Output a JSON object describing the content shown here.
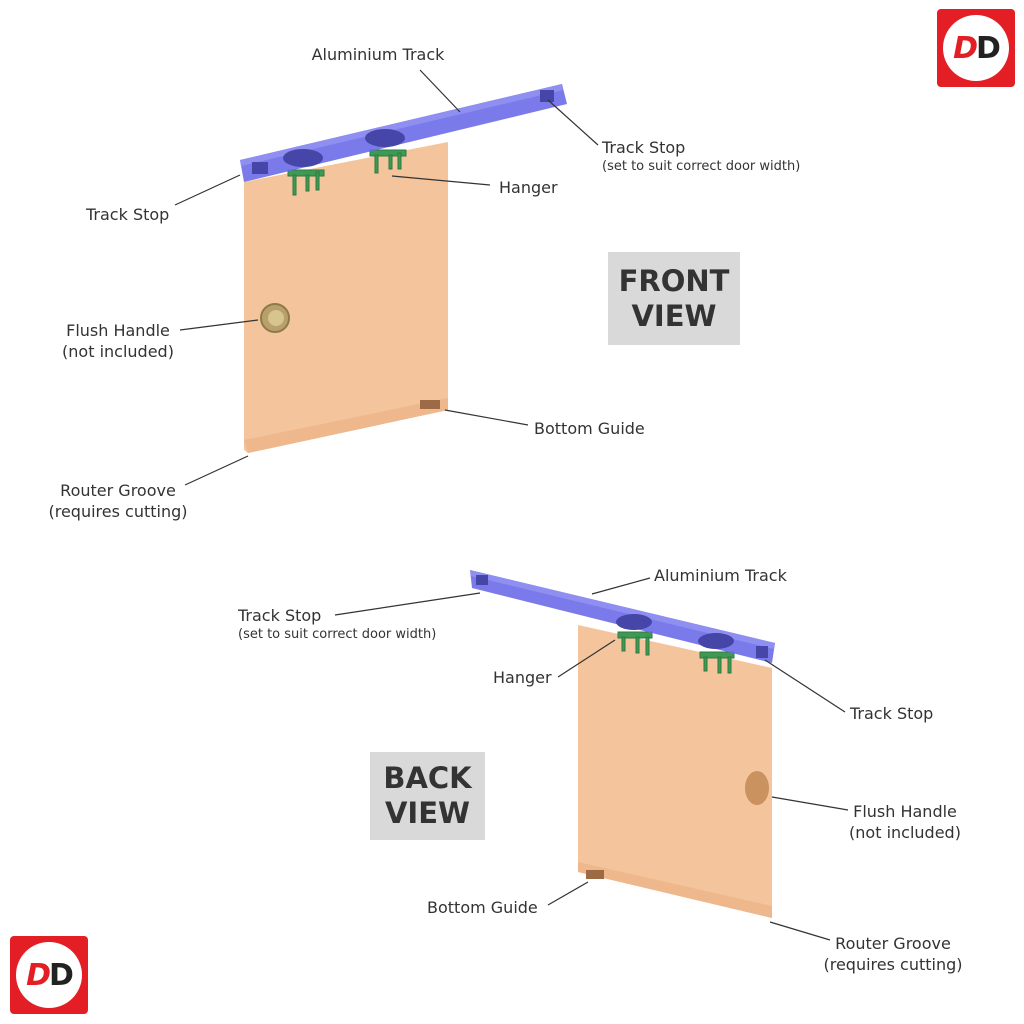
{
  "logo": {
    "text": "DD",
    "colors": {
      "red": "#e31e24",
      "black": "#222222"
    }
  },
  "front": {
    "view_label": [
      "FRONT",
      "VIEW"
    ],
    "aluminium_track": "Aluminium Track",
    "track_stop_right": "Track Stop",
    "track_stop_right_note": "(set to suit correct door width)",
    "hanger": "Hanger",
    "track_stop_left": "Track Stop",
    "flush_handle": "Flush Handle",
    "flush_handle_note": "(not included)",
    "bottom_guide": "Bottom Guide",
    "router_groove": "Router Groove",
    "router_groove_note": "(requires cutting)"
  },
  "back": {
    "view_label": [
      "BACK",
      "VIEW"
    ],
    "aluminium_track": "Aluminium Track",
    "track_stop_left": "Track Stop",
    "track_stop_left_note": "(set to suit correct door width)",
    "hanger": "Hanger",
    "track_stop_right": "Track Stop",
    "flush_handle": "Flush Handle",
    "flush_handle_note": "(not included)",
    "bottom_guide": "Bottom Guide",
    "router_groove": "Router Groove",
    "router_groove_note": "(requires cutting)"
  },
  "colors": {
    "track": "#6b6be8",
    "door": "#f4c49c",
    "hanger": "#3d9a55",
    "handle": "#b9a06a"
  }
}
